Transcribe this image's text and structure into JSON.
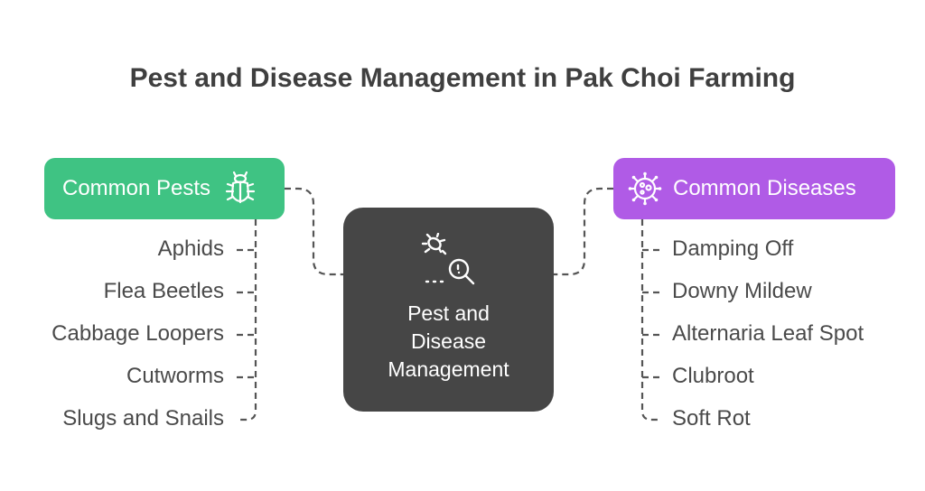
{
  "title": "Pest and Disease Management in Pak Choi Farming",
  "center": {
    "label": "Pest and\nDisease\nManagement",
    "icon": "bug-magnifier-icon"
  },
  "pests": {
    "label": "Common Pests",
    "icon": "beetle-icon",
    "color": "#3fc383",
    "items": [
      "Aphids",
      "Flea Beetles",
      "Cabbage Loopers",
      "Cutworms",
      "Slugs and Snails"
    ]
  },
  "diseases": {
    "label": "Common Diseases",
    "icon": "virus-icon",
    "color": "#b05be6",
    "items": [
      "Damping Off",
      "Downy Mildew",
      "Alternaria Leaf Spot",
      "Clubroot",
      "Soft Rot"
    ]
  },
  "colors": {
    "center_box": "#464646",
    "text": "#4a4a4a",
    "connector": "#555555"
  }
}
